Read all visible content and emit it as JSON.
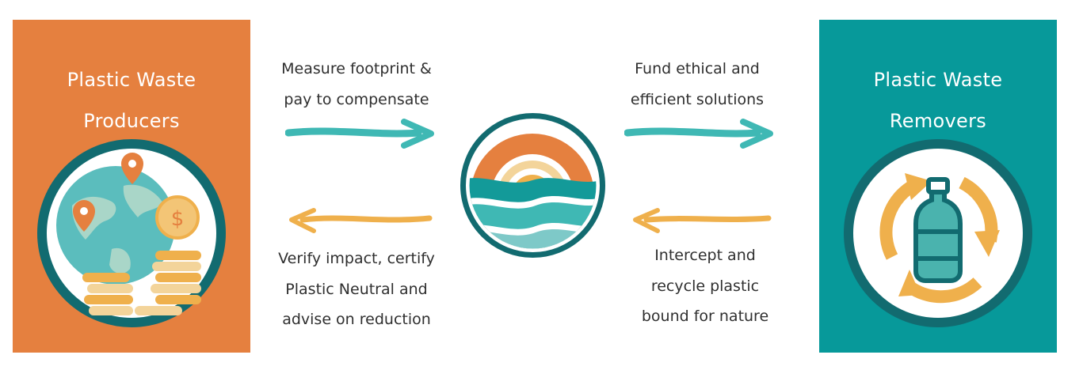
{
  "producers": {
    "title": "Plastic Waste\nProducers",
    "color": "#e5803f",
    "icon": "globe-with-location-pins-and-coin-stacks-icon"
  },
  "removers": {
    "title": "Plastic Waste\nRemovers",
    "color": "#07999a",
    "icon": "plastic-bottle-recycling-icon"
  },
  "center": {
    "icon": "sun-over-ocean-waves-logo"
  },
  "flows": {
    "measure": "Measure footprint &\npay to compensate",
    "fund": "Fund ethical and\nefficient solutions",
    "verify": "Verify impact, certify\nPlastic Neutral and\nadvise on reduction",
    "intercept": "Intercept and\nrecycle plastic\nbound for nature"
  },
  "colors": {
    "teal_arrow": "#3fb8b4",
    "yellow_arrow": "#efb04c",
    "dark_teal": "#126b70"
  }
}
